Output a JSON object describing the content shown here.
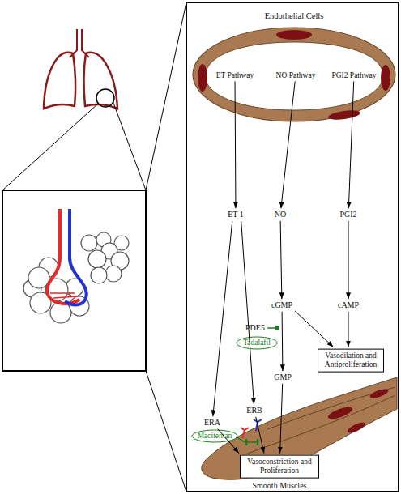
{
  "diagram": {
    "nodes": [
      {
        "text": [
          "Endothelial Cells"
        ]
      },
      {
        "text": [
          "ET Pathway"
        ],
        "in": 0
      },
      {
        "text": [
          "NO Pathway"
        ],
        "in": 0
      },
      {
        "text": [
          "PGI2 Pathway"
        ],
        "in": 0
      },
      {
        "text": [
          "ET-1"
        ]
      },
      {
        "text": [
          "NO"
        ]
      },
      {
        "text": [
          "PGI2"
        ]
      },
      {
        "text": [
          "cGMP"
        ]
      },
      {
        "text": [
          "cAMP"
        ]
      },
      {
        "text": [
          "Tadalafil"
        ]
      },
      {
        "text": [
          "Vasodilation and Antiproliferation"
        ]
      },
      {
        "text": [
          "GMP"
        ]
      },
      {
        "text": [
          "ERB"
        ]
      },
      {
        "text": [
          "ERA"
        ]
      },
      {
        "text": [
          "Macitentan"
        ]
      },
      {
        "text": [
          "Vasoconstriction and Proliferation"
        ]
      }
    ],
    "edges": [
      {
        "from": 1,
        "to": 4,
        "arrow": "to"
      },
      {
        "from": 2,
        "to": 5,
        "arrow": "to"
      },
      {
        "from": 3,
        "to": 6,
        "arrow": "to"
      },
      {
        "from": 5,
        "to": 7,
        "arrow": "to"
      },
      {
        "from": 6,
        "to": 8,
        "arrow": "to"
      },
      {
        "from": 7,
        "to": 11,
        "arrow": "to"
      },
      {
        "from": 7,
        "to": 10,
        "arrow": "to"
      },
      {
        "from": 8,
        "to": 10,
        "arrow": "to"
      },
      {
        "from": 4,
        "to": 13,
        "arrow": "to"
      },
      {
        "from": 4,
        "to": 12,
        "arrow": "to"
      },
      {
        "from": 11,
        "to": 15,
        "arrow": "to"
      },
      {
        "from": 13,
        "to": 15,
        "arrow": "to"
      },
      {
        "from": 12,
        "to": 15,
        "arrow": "to"
      }
    ],
    "labels": [
      "PDE5",
      "Smooth Muscles"
    ]
  }
}
